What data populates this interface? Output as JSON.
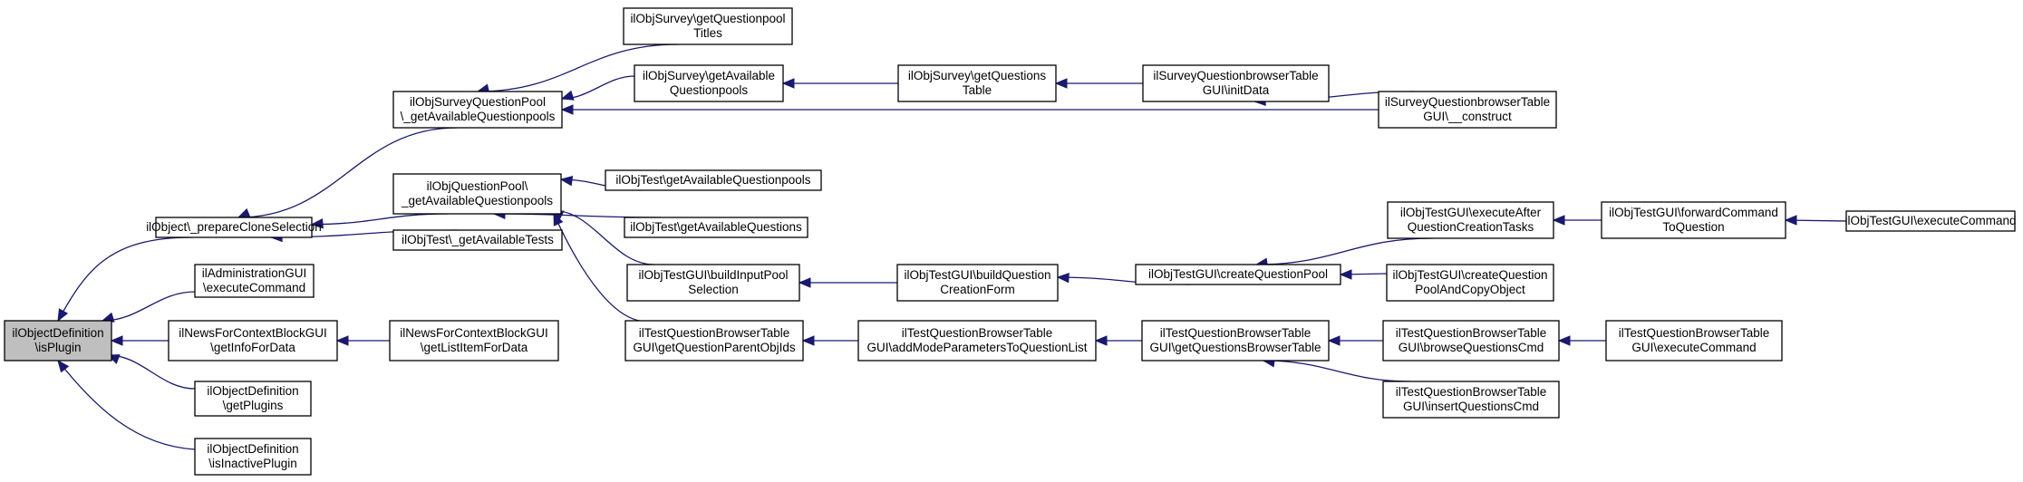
{
  "diagram": {
    "accent_color": "#191970",
    "root_fill": "#bfbfbf",
    "nodes": [
      {
        "id": "isPlugin",
        "lines": [
          "ilObjectDefinition",
          "\\isPlugin"
        ]
      },
      {
        "id": "prepareClone",
        "lines": [
          "ilObject\\_prepareCloneSelection"
        ]
      },
      {
        "id": "adminExec",
        "lines": [
          "ilAdministrationGUI",
          "\\executeCommand"
        ]
      },
      {
        "id": "newsInfo",
        "lines": [
          "ilNewsForContextBlockGUI",
          "\\getInfoForData"
        ]
      },
      {
        "id": "getPlugins",
        "lines": [
          "ilObjectDefinition",
          "\\getPlugins"
        ]
      },
      {
        "id": "isInactive",
        "lines": [
          "ilObjectDefinition",
          "\\isInactivePlugin"
        ]
      },
      {
        "id": "surveyPoolAvail",
        "lines": [
          "ilObjSurveyQuestionPool",
          "\\_getAvailableQuestionpools"
        ]
      },
      {
        "id": "qpoolAvail",
        "lines": [
          "ilObjQuestionPool\\",
          "_getAvailableQuestionpools"
        ]
      },
      {
        "id": "testAvailTests",
        "lines": [
          "ilObjTest\\_getAvailableTests"
        ]
      },
      {
        "id": "newsListItem",
        "lines": [
          "ilNewsForContextBlockGUI",
          "\\getListItemForData"
        ]
      },
      {
        "id": "surveyTitles",
        "lines": [
          "ilObjSurvey\\getQuestionpool",
          "Titles"
        ]
      },
      {
        "id": "surveyAvailPools",
        "lines": [
          "ilObjSurvey\\getAvailable",
          "Questionpools"
        ]
      },
      {
        "id": "surveyQTable",
        "lines": [
          "ilObjSurvey\\getQuestions",
          "Table"
        ]
      },
      {
        "id": "surveyInitData",
        "lines": [
          "ilSurveyQuestionbrowserTable",
          "GUI\\initData"
        ]
      },
      {
        "id": "surveyConstruct",
        "lines": [
          "ilSurveyQuestionbrowserTable",
          "GUI\\__construct"
        ]
      },
      {
        "id": "testAvailPools",
        "lines": [
          "ilObjTest\\getAvailableQuestionpools"
        ]
      },
      {
        "id": "testAvailQuestions",
        "lines": [
          "ilObjTest\\getAvailableQuestions"
        ]
      },
      {
        "id": "buildInputPool",
        "lines": [
          "ilObjTestGUI\\buildInputPool",
          "Selection"
        ]
      },
      {
        "id": "parentObjIds",
        "lines": [
          "ilTestQuestionBrowserTable",
          "GUI\\getQuestionParentObjIds"
        ]
      },
      {
        "id": "buildQCreation",
        "lines": [
          "ilObjTestGUI\\buildQuestion",
          "CreationForm"
        ]
      },
      {
        "id": "addModeParams",
        "lines": [
          "ilTestQuestionBrowserTable",
          "GUI\\addModeParametersToQuestionList"
        ]
      },
      {
        "id": "createQPool",
        "lines": [
          "ilObjTestGUI\\createQuestionPool"
        ]
      },
      {
        "id": "getQBrowserTable",
        "lines": [
          "ilTestQuestionBrowserTable",
          "GUI\\getQuestionsBrowserTable"
        ]
      },
      {
        "id": "execAfterQ",
        "lines": [
          "ilObjTestGUI\\executeAfter",
          "QuestionCreationTasks"
        ]
      },
      {
        "id": "createQPoolCopy",
        "lines": [
          "ilObjTestGUI\\createQuestion",
          "PoolAndCopyObject"
        ]
      },
      {
        "id": "browseQCmd",
        "lines": [
          "ilTestQuestionBrowserTable",
          "GUI\\browseQuestionsCmd"
        ]
      },
      {
        "id": "insertQCmd",
        "lines": [
          "ilTestQuestionBrowserTable",
          "GUI\\insertQuestionsCmd"
        ]
      },
      {
        "id": "forwardCmd",
        "lines": [
          "ilObjTestGUI\\forwardCommand",
          "ToQuestion"
        ]
      },
      {
        "id": "testGuiExec",
        "lines": [
          "ilObjTestGUI\\executeCommand"
        ]
      },
      {
        "id": "browserExec",
        "lines": [
          "ilTestQuestionBrowserTable",
          "GUI\\executeCommand"
        ]
      }
    ]
  }
}
